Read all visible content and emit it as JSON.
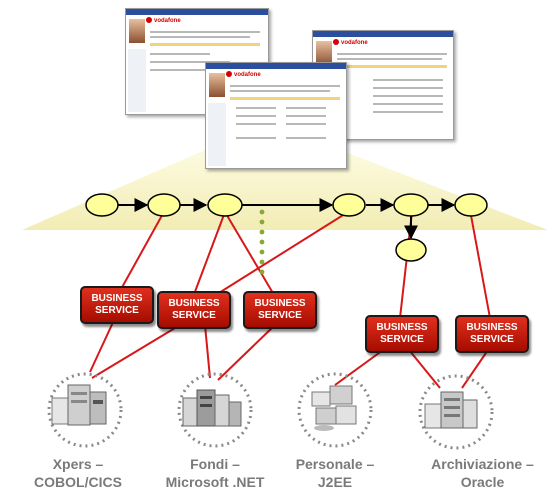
{
  "diagram": {
    "business_service_label": "BUSINESS\nSERVICE",
    "app_screens": [
      {
        "brand": "vodafone"
      },
      {
        "brand": "vodafone"
      },
      {
        "brand": "vodafone"
      }
    ],
    "systems": [
      {
        "label": "Xpers –\nCOBOL/CICS",
        "icon": "mainframe-server-icon"
      },
      {
        "label": "Fondi –\nMicrosoft .NET",
        "icon": "windows-server-rack-icon"
      },
      {
        "label": "Personale –\nJ2EE",
        "icon": "j2ee-server-cluster-icon"
      },
      {
        "label": "Archiviazione –\nOracle",
        "icon": "database-server-icon"
      }
    ],
    "colors": {
      "banner": "#f5f0c0",
      "node_fill": "#ffff99",
      "connector_red": "#d81818",
      "dotted_green": "#8aa836",
      "service_box": "#c41a0a"
    }
  }
}
